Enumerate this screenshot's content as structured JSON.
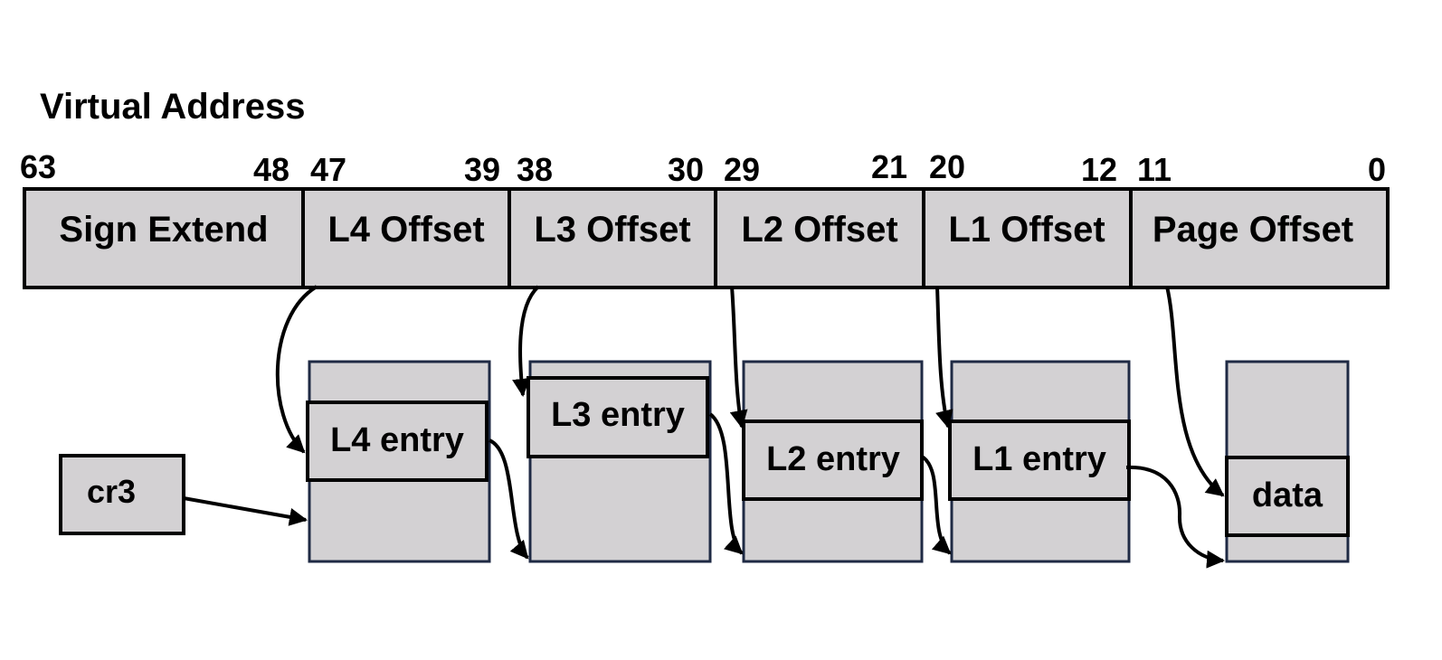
{
  "title": "Virtual Address",
  "bit_labels": [
    "63",
    "48",
    "47",
    "39",
    "38",
    "30",
    "29",
    "21",
    "20",
    "12",
    "11",
    "0"
  ],
  "fields": [
    "Sign Extend",
    "L4 Offset",
    "L3 Offset",
    "L2 Offset",
    "L1 Offset",
    "Page Offset"
  ],
  "register": "cr3",
  "entries": [
    "L4 entry",
    "L3 entry",
    "L2 entry",
    "L1 entry",
    "data"
  ],
  "colors": {
    "fill": "#d3d1d3",
    "table_border": "#1f2a44",
    "stroke": "#000000"
  }
}
